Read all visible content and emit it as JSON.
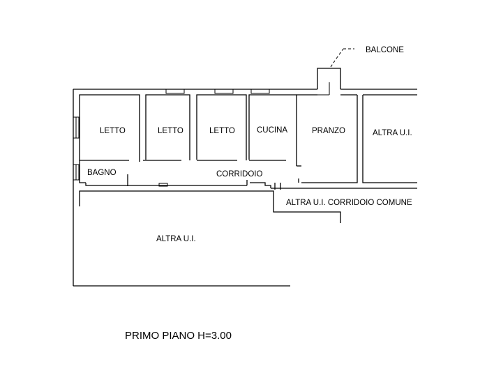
{
  "plan": {
    "rooms": {
      "letto_1": "LETTO",
      "letto_2": "LETTO",
      "letto_3": "LETTO",
      "cucina": "CUCINA",
      "pranzo": "PRANZO",
      "altra_ui_right": "ALTRA U.I.",
      "bagno": "BAGNO",
      "corridoio": "CORRIDOIO",
      "corridoio_comune": "ALTRA U.I. CORRIDOIO COMUNE",
      "altra_ui_bottom": "ALTRA U.I."
    },
    "balcone_label": "BALCONE",
    "title": "PRIMO PIANO H=3.00"
  },
  "colors": {
    "line": "#000000",
    "background": "#ffffff"
  }
}
